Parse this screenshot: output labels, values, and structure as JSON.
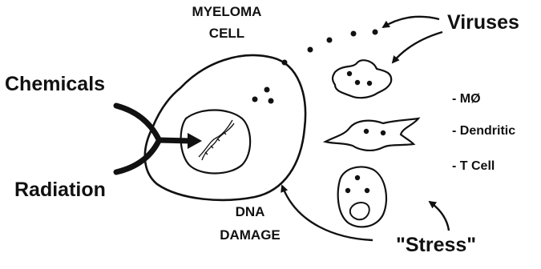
{
  "diagram": {
    "labels": {
      "myeloma_cell": [
        "MYELOMA",
        "CELL"
      ],
      "viruses": "Viruses",
      "chemicals": "Chemicals",
      "radiation": "Radiation",
      "dna_damage": [
        "DNA",
        "DAMAGE"
      ],
      "stress": "\"Stress\"",
      "macrophage": "- MØ",
      "dendritic": "- Dendritic",
      "t_cell": "- T Cell"
    },
    "colors": {
      "ink": "#111111",
      "background": "#ffffff"
    }
  }
}
